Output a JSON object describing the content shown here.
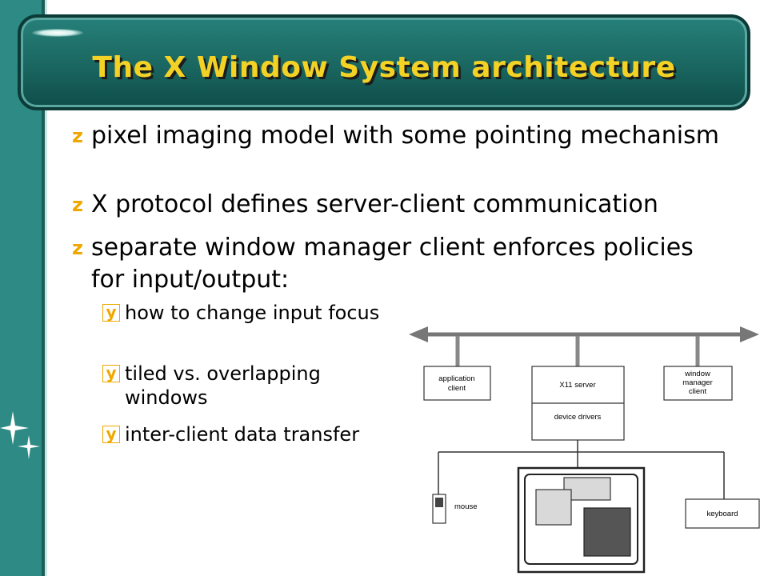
{
  "slide": {
    "title": "The X Window System architecture",
    "bullets": [
      "pixel imaging model with some pointing mechanism",
      "X protocol defines server-client communication",
      "separate window manager client enforces policies for input/output:"
    ],
    "sub_bullets": [
      "how to change input focus",
      "tiled vs. overlapping windows",
      "inter-client data transfer"
    ],
    "bullet_icon": "z-bullet-glyph",
    "sub_bullet_icon": "y-boxed-bullet-glyph",
    "colors": {
      "sidebar": "#2e8a84",
      "title_bar": "#1a6660",
      "title_text": "#f3d225",
      "bullet_marker": "#f0a800"
    }
  },
  "diagram": {
    "nodes": {
      "application_client": [
        "application",
        "client"
      ],
      "x11_server": "X11 server",
      "device_drivers": "device drivers",
      "window_manager_client": [
        "window",
        "manager",
        "client"
      ],
      "mouse": "mouse",
      "keyboard": "keyboard"
    }
  }
}
